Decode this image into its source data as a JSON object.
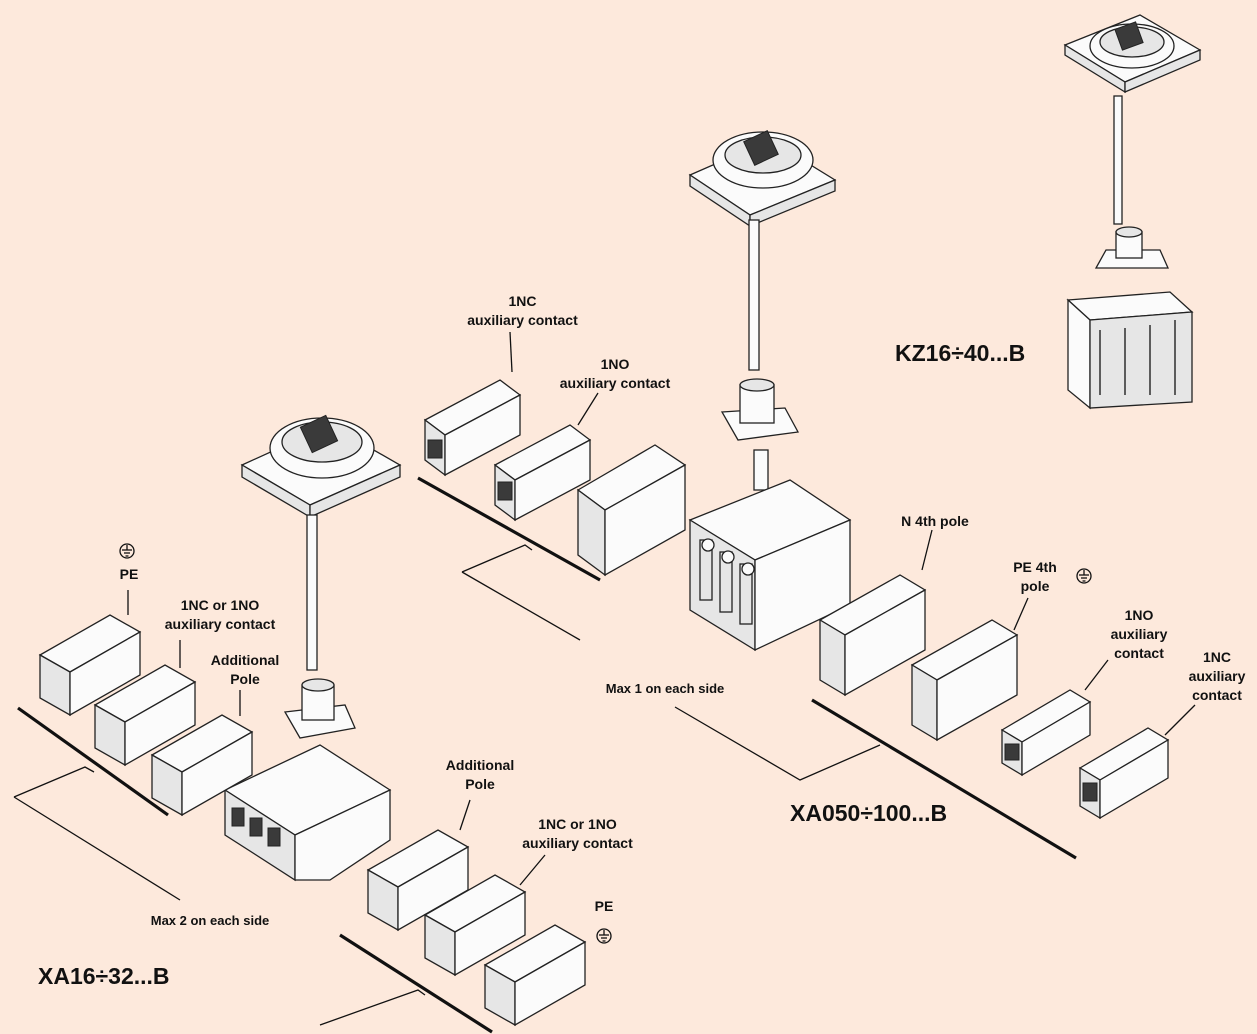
{
  "diagram": {
    "products": {
      "xa16": "XA16÷32...B",
      "xa050": "XA050÷100...B",
      "kz16": "KZ16÷40...B"
    },
    "notes": {
      "max2": "Max 2 on each side",
      "max1": "Max 1 on each side"
    },
    "labels": {
      "pe_left": "PE",
      "nc_no_left": "1NC or 1NO\nauxiliary contact",
      "add_pole_left": "Additional\nPole",
      "add_pole_bottom": "Additional\nPole",
      "nc_no_bottom": "1NC or 1NO\nauxiliary contact",
      "pe_bottom": "PE",
      "nc_top": "1NC\nauxiliary contact",
      "no_top": "1NO\nauxiliary contact",
      "n4th": "N 4th pole",
      "pe4th": "PE 4th\npole",
      "no_right": "1NO\nauxiliary\ncontact",
      "nc_right": "1NC\nauxiliary\ncontact"
    },
    "icons": {
      "earth": "earth-ground-icon"
    },
    "colors": {
      "background": "#fde9dc",
      "line": "#111111"
    }
  }
}
